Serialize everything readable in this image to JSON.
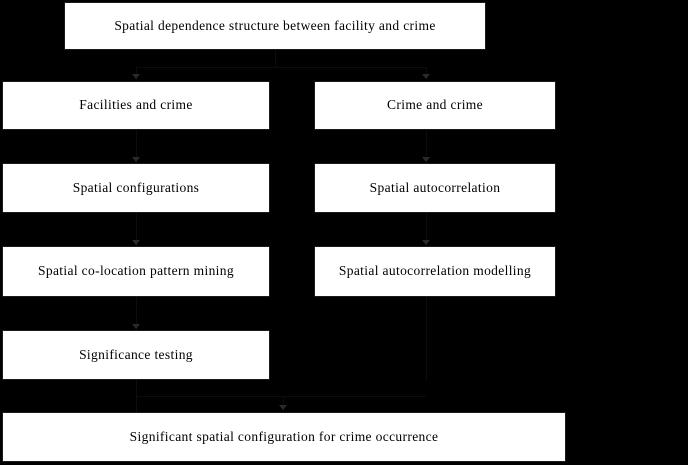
{
  "diagram": {
    "title_box": {
      "label": "Spatial dependence structure between facility and crime"
    },
    "columns": [
      {
        "name": "facility-crime-branch",
        "nodes": [
          {
            "label": "Facilities and crime"
          },
          {
            "label": "Spatial configurations"
          },
          {
            "label": "Spatial co-location pattern mining"
          },
          {
            "label": "Significance testing"
          }
        ]
      },
      {
        "name": "crime-crime-branch",
        "nodes": [
          {
            "label": "Crime and crime"
          },
          {
            "label": "Spatial autocorrelation"
          },
          {
            "label": "Spatial autocorrelation modelling"
          }
        ]
      }
    ],
    "result_box": {
      "label": "Significant spatial configuration for crime occurrence"
    },
    "colors": {
      "background": "#000000",
      "box_fill": "#ffffff",
      "box_border": "#1a1a1a",
      "text": "#000000",
      "connector": "#0d0d0d"
    }
  }
}
